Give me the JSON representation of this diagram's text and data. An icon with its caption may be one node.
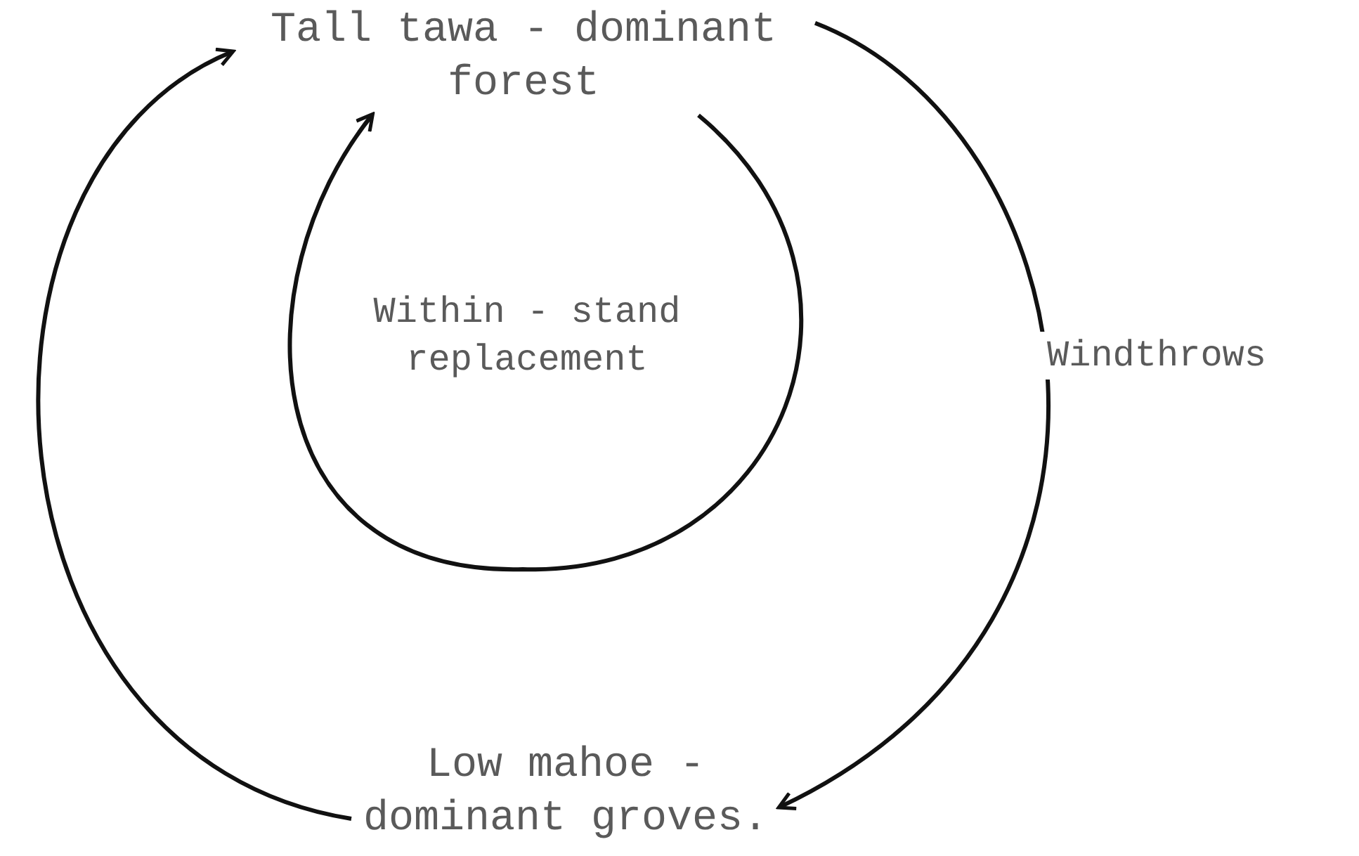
{
  "diagram": {
    "nodes": [
      {
        "text": [
          "Tall tawa - dominant forest"
        ]
      },
      {
        "text": [
          "Low mahoe - dominant groves."
        ]
      }
    ],
    "edges": [
      {
        "from": 0,
        "to": 1,
        "arrow": "to",
        "label": "Windthrows"
      },
      {
        "from": 1,
        "to": 0,
        "arrow": "to"
      },
      {
        "from": 0,
        "to": 0,
        "arrow": "to",
        "label": "Within - stand replacement"
      }
    ]
  }
}
